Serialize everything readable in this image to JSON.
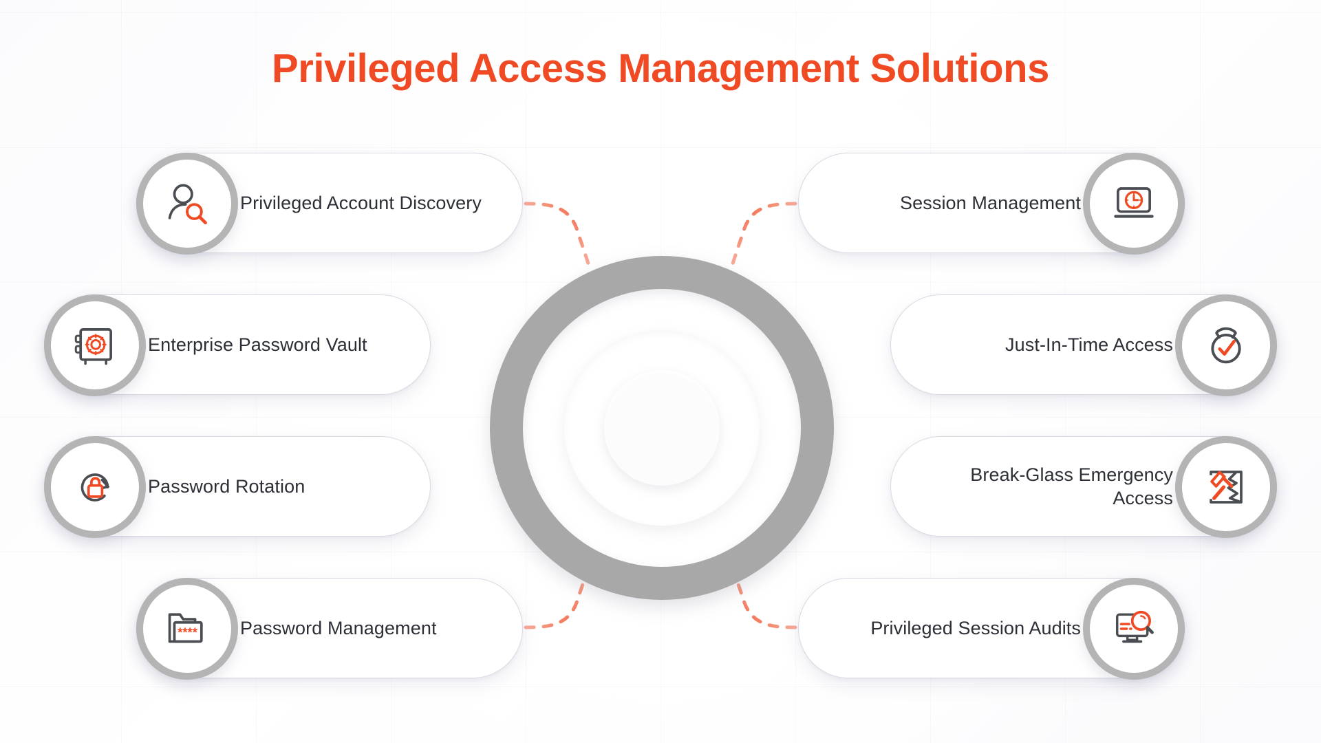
{
  "header": {
    "title": "Privileged Access Management Solutions",
    "title_color": "#ef4a23"
  },
  "theme": {
    "accent": "#ef4a23",
    "icon_dark": "#4a4d52",
    "ring_gray": "#b4b4b4",
    "center_ring": "#a8a8a8",
    "text": "#2c2f35",
    "background": "#fdfdfe",
    "card_border": "#d9d9e2"
  },
  "diagram": {
    "type": "radial-hub-and-spoke",
    "hub": {
      "name": "center-concentric-rings",
      "ring_count": 4,
      "label": ""
    },
    "connector_style": "dashed",
    "connector_color": "#ef4a23",
    "node_count": 8
  },
  "nodes": [
    {
      "id": "privileged-account-discovery",
      "label": "Privileged Account Discovery",
      "side": "left",
      "icon": "user-search-icon"
    },
    {
      "id": "enterprise-password-vault",
      "label": "Enterprise Password Vault",
      "side": "left",
      "icon": "safe-vault-icon"
    },
    {
      "id": "password-rotation",
      "label": "Password Rotation",
      "side": "left",
      "icon": "lock-rotate-icon"
    },
    {
      "id": "password-management",
      "label": "Password Management",
      "side": "left",
      "icon": "folder-asterisk-icon"
    },
    {
      "id": "session-management",
      "label": "Session Management",
      "side": "right",
      "icon": "laptop-clock-icon"
    },
    {
      "id": "just-in-time-access",
      "label": "Just-In-Time Access",
      "side": "right",
      "icon": "stopwatch-check-icon"
    },
    {
      "id": "break-glass-emergency-access",
      "label": "Break-Glass Emergency Access",
      "side": "right",
      "icon": "hammer-break-glass-icon"
    },
    {
      "id": "privileged-session-audits",
      "label": "Privileged Session Audits",
      "side": "right",
      "icon": "monitor-magnifier-icon"
    }
  ]
}
